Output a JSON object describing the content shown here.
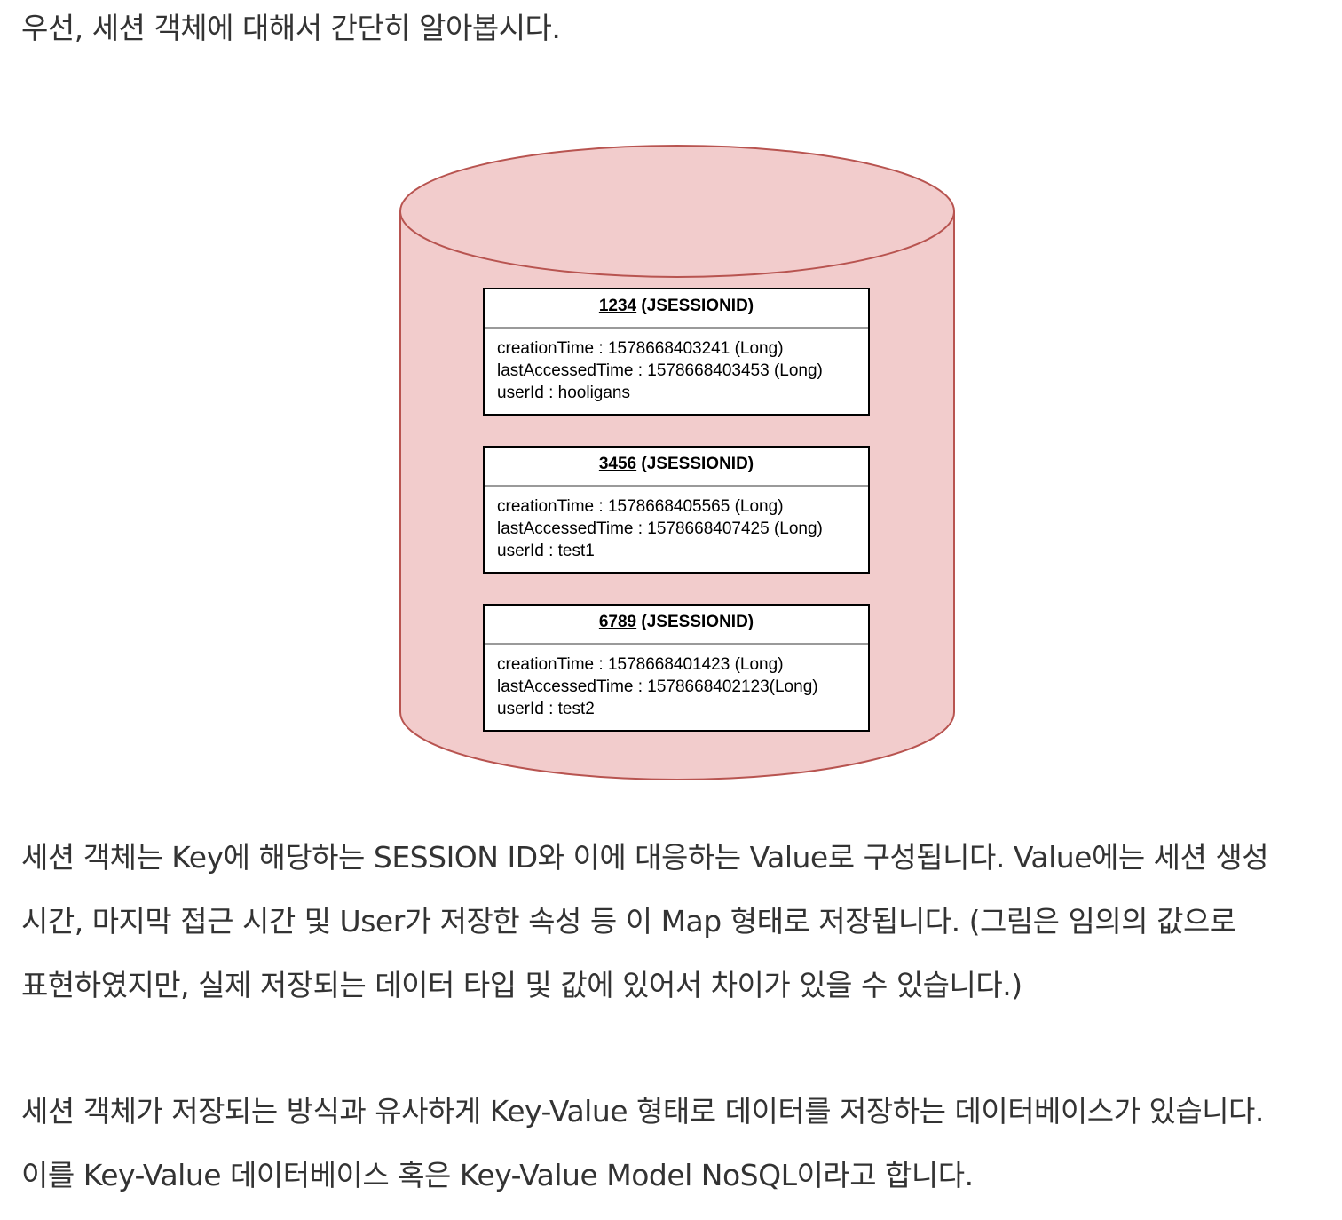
{
  "intro": "우선, 세션 객체에 대해서 간단히 알아봅시다.",
  "figure": {
    "fill_color": "#f2cccc",
    "stroke_color": "#b85450",
    "entries": [
      {
        "id": "1234",
        "id_suffix": " (JSESSIONID)",
        "creation": "creationTime : 1578668403241 (Long)",
        "last_accessed": "lastAccessedTime : 1578668403453 (Long)",
        "user": "userId : hooligans"
      },
      {
        "id": "3456",
        "id_suffix": " (JSESSIONID)",
        "creation": "creationTime : 1578668405565 (Long)",
        "last_accessed": "lastAccessedTime : 1578668407425 (Long)",
        "user": "userId : test1"
      },
      {
        "id": "6789",
        "id_suffix": " (JSESSIONID)",
        "creation": "creationTime : 1578668401423 (Long)",
        "last_accessed": "lastAccessedTime : 1578668402123(Long)",
        "user": "userId : test2"
      }
    ]
  },
  "paragraph_1": " 세션 객체는 Key에 해당하는 SESSION ID와 이에 대응하는 Value로 구성됩니다. Value에는 세션 생성 시간, 마지막 접근 시간 및 User가 저장한 속성 등 이 Map 형태로 저장됩니다. (그림은 임의의 값으로 표현하였지만, 실제 저장되는 데이터 타입 및 값에 있어서 차이가 있을 수 있습니다.)",
  "paragraph_2": " 세션 객체가 저장되는 방식과 유사하게 Key-Value 형태로 데이터를 저장하는 데이터베이스가 있습니다. 이를 Key-Value 데이터베이스 혹은 Key-Value Model NoSQL이라고 합니다."
}
